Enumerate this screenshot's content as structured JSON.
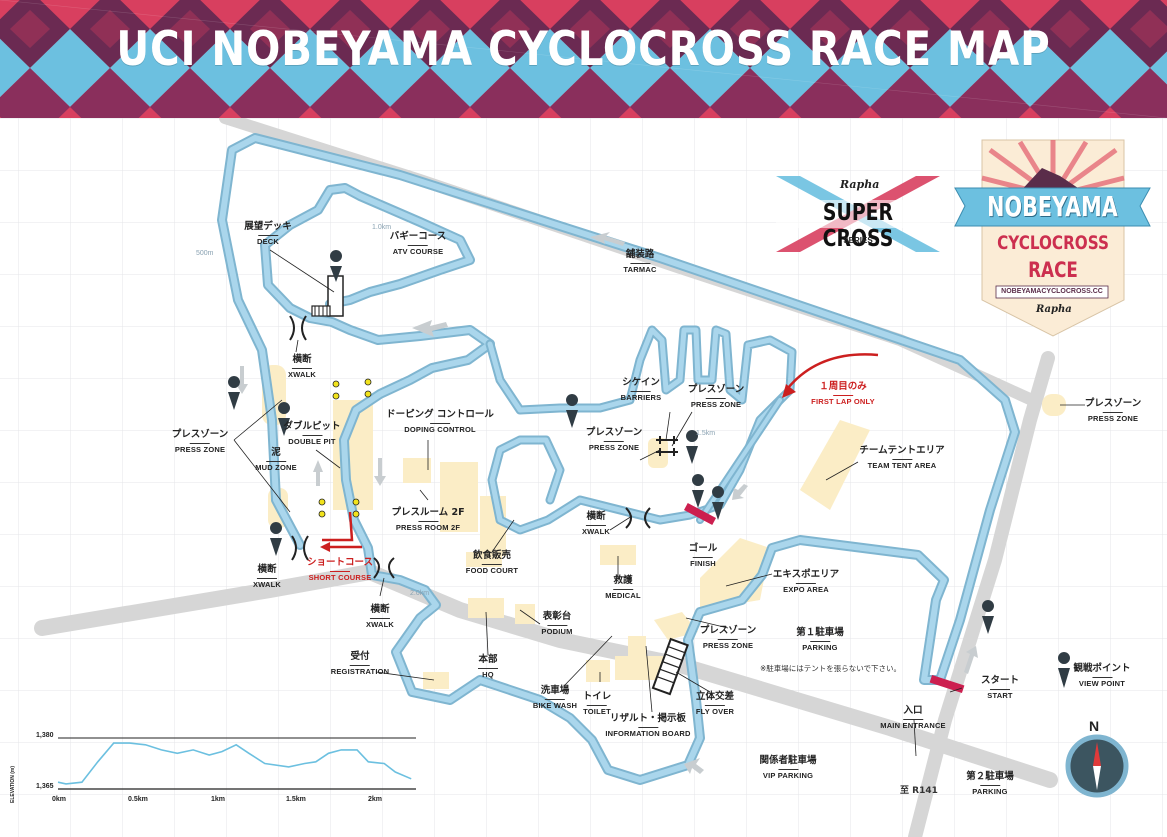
{
  "title": "UCI NOBEYAMA CYCLOCROSS RACE MAP",
  "colors": {
    "banner_red": "#d83f5f",
    "banner_purple": "#6b2a52",
    "banner_blue": "#6cc0e0",
    "course": "#9fd0e8",
    "road": "#d6d6d6",
    "zone": "#fbedc6",
    "marker": "#303c44",
    "accent_red": "#cc1f1f"
  },
  "logos": {
    "super_cross": {
      "brand": "Rapha",
      "name": "SUPER CROSS",
      "sub": "SERIES"
    },
    "nobeyama": {
      "line1": "NOBEYAMA",
      "line2": "CYCLOCROSS",
      "line3": "RACE",
      "url": "NOBEYAMACYCLOCROSS.CC",
      "brand": "Rapha"
    }
  },
  "labels": {
    "deck": {
      "jp": "展望デッキ",
      "en": "DECK"
    },
    "atv": {
      "jp": "バギーコース",
      "en": "ATV COURSE"
    },
    "tarmac": {
      "jp": "舗装路",
      "en": "TARMAC"
    },
    "xwalk1": {
      "jp": "横断",
      "en": "XWALK"
    },
    "doublepit": {
      "jp": "ダブルピット",
      "en": "DOUBLE PIT"
    },
    "doping": {
      "jp": "ドーピング コントロール",
      "en": "DOPING CONTROL"
    },
    "press_left": {
      "jp": "プレスゾーン",
      "en": "PRESS ZONE"
    },
    "mud": {
      "jp": "泥",
      "en": "MUD ZONE"
    },
    "pressroom": {
      "jp": "プレスルーム 2F",
      "en": "PRESS ROOM 2F"
    },
    "barriers": {
      "jp": "シケイン",
      "en": "BARRIERS"
    },
    "press_center": {
      "jp": "プレスゾーン",
      "en": "PRESS ZONE"
    },
    "press_barrier": {
      "jp": "プレスゾーン",
      "en": "PRESS ZONE"
    },
    "firstlap": {
      "jp": "１周目のみ",
      "en": "FIRST LAP ONLY"
    },
    "press_right": {
      "jp": "プレスゾーン",
      "en": "PRESS ZONE"
    },
    "teamtent": {
      "jp": "チームテントエリア",
      "en": "TEAM TENT AREA"
    },
    "xwalk2": {
      "jp": "横断",
      "en": "XWALK"
    },
    "finish": {
      "jp": "ゴール",
      "en": "FINISH"
    },
    "xwalk3": {
      "jp": "横断",
      "en": "XWALK"
    },
    "shortcourse": {
      "jp": "ショートコース",
      "en": "SHORT COURSE"
    },
    "foodcourt": {
      "jp": "飲食販売",
      "en": "FOOD COURT"
    },
    "medical": {
      "jp": "救護",
      "en": "MEDICAL"
    },
    "expo": {
      "jp": "エキスポエリア",
      "en": "EXPO AREA"
    },
    "xwalk4": {
      "jp": "横断",
      "en": "XWALK"
    },
    "podium": {
      "jp": "表彰台",
      "en": "PODIUM"
    },
    "press_expo": {
      "jp": "プレスゾーン",
      "en": "PRESS ZONE"
    },
    "parking1": {
      "jp": "第１駐車場",
      "en": "PARKING"
    },
    "registration": {
      "jp": "受付",
      "en": "REGISTRATION"
    },
    "hq": {
      "jp": "本部",
      "en": "HQ"
    },
    "bikewash": {
      "jp": "洗車場",
      "en": "BIKE WASH"
    },
    "toilet": {
      "jp": "トイレ",
      "en": "TOILET"
    },
    "info": {
      "jp": "リザルト・掲示板",
      "en": "INFORMATION BOARD"
    },
    "flyover": {
      "jp": "立体交差",
      "en": "FLY OVER"
    },
    "start": {
      "jp": "スタート",
      "en": "START"
    },
    "viewpoint": {
      "jp": "観戦ポイント",
      "en": "VIEW POINT"
    },
    "entrance": {
      "jp": "入口",
      "en": "MAIN ENTRANCE"
    },
    "vip": {
      "jp": "関係者駐車場",
      "en": "VIP PARKING"
    },
    "parking2": {
      "jp": "第２駐車場",
      "en": "PARKING"
    }
  },
  "notes": {
    "parking_note": "※駐車場にはテントを張らないで下さい。",
    "r141": "至 R141"
  },
  "distances": {
    "d500": "500m",
    "d1k": "1.0km",
    "d15": "1.5km",
    "d2k": "2.0km"
  },
  "compass": {
    "north": "N"
  },
  "elevation": {
    "axis_label": "ELEVATION (m)",
    "y_ticks": [
      "1,380",
      "1,365"
    ],
    "x_ticks": [
      "0km",
      "0.5km",
      "1km",
      "1.5km",
      "2km"
    ],
    "ylim": [
      1365,
      1380
    ],
    "xlim": [
      0,
      2.25
    ],
    "profile": [
      [
        0,
        1367
      ],
      [
        0.05,
        1366.5
      ],
      [
        0.15,
        1367
      ],
      [
        0.25,
        1373
      ],
      [
        0.35,
        1378.5
      ],
      [
        0.45,
        1378.5
      ],
      [
        0.55,
        1378
      ],
      [
        0.65,
        1376.5
      ],
      [
        0.75,
        1375.5
      ],
      [
        0.85,
        1376.5
      ],
      [
        0.95,
        1375
      ],
      [
        1.03,
        1376
      ],
      [
        1.12,
        1378
      ],
      [
        1.2,
        1375.5
      ],
      [
        1.3,
        1372.5
      ],
      [
        1.45,
        1371.5
      ],
      [
        1.55,
        1372.5
      ],
      [
        1.62,
        1373
      ],
      [
        1.7,
        1375.5
      ],
      [
        1.78,
        1376.5
      ],
      [
        1.88,
        1376.5
      ],
      [
        1.95,
        1373
      ],
      [
        2.05,
        1372.5
      ],
      [
        2.12,
        1370
      ],
      [
        2.22,
        1368
      ]
    ]
  }
}
